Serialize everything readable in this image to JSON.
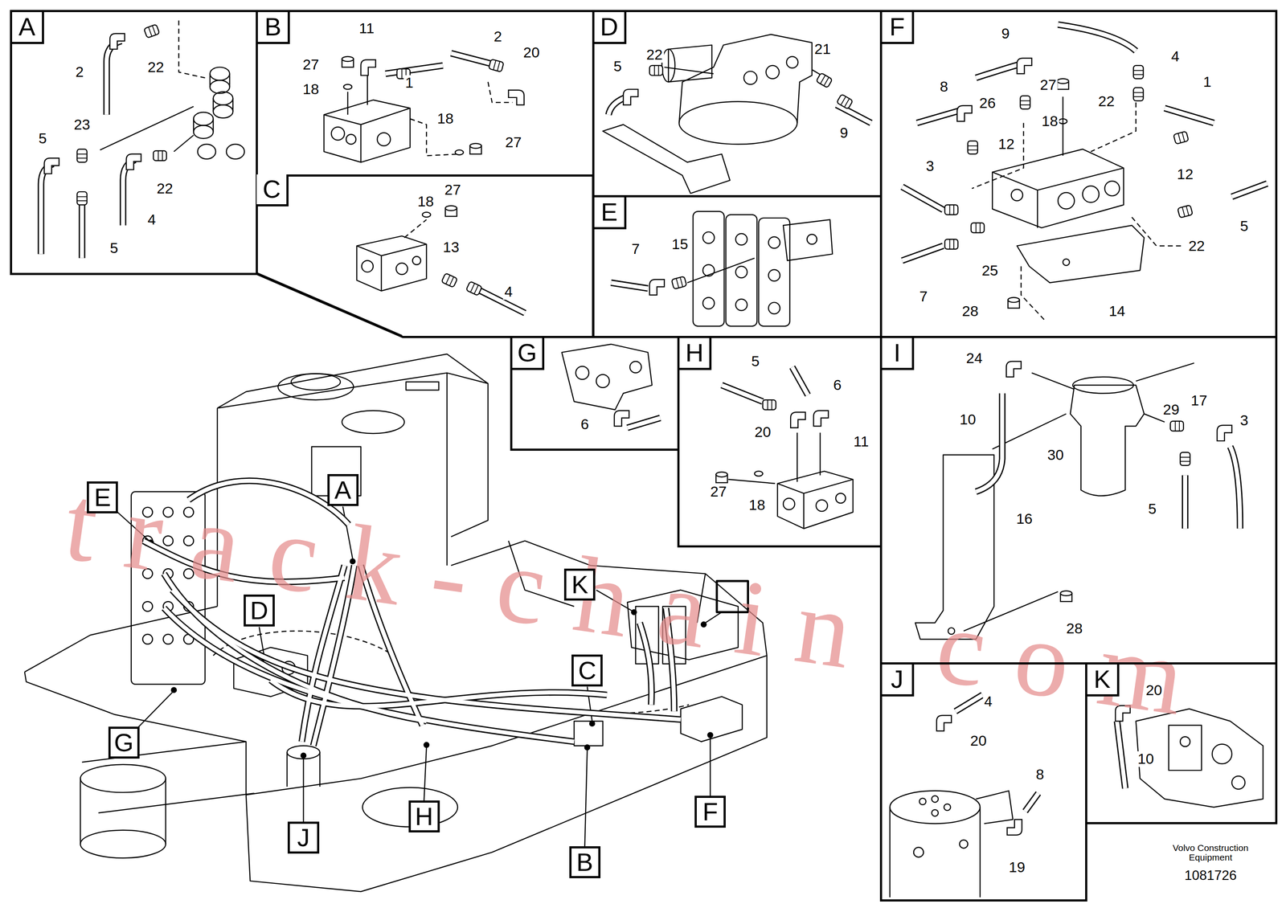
{
  "diagram": {
    "nodes": [
      {
        "text": [
          "A"
        ]
      },
      {
        "text": [
          "B"
        ]
      },
      {
        "text": [
          "D"
        ]
      },
      {
        "text": [
          "F"
        ]
      },
      {
        "text": [
          "C"
        ]
      },
      {
        "text": [
          "E"
        ]
      },
      {
        "text": [
          "G"
        ]
      },
      {
        "text": [
          "H"
        ]
      },
      {
        "text": [
          "I"
        ]
      },
      {
        "text": [
          "J"
        ]
      },
      {
        "text": [
          "K"
        ]
      },
      {
        "text": [
          "A"
        ]
      },
      {
        "text": [
          "E"
        ]
      },
      {
        "text": [
          "K"
        ]
      },
      {
        "text": [
          "D"
        ]
      },
      {
        "text": [
          "C"
        ]
      },
      {
        "text": [
          "G"
        ]
      },
      {
        "text": [
          "F"
        ]
      },
      {
        "text": [
          "H"
        ]
      },
      {
        "text": [
          "J"
        ]
      },
      {
        "text": [
          "B"
        ]
      }
    ],
    "labels": [
      "2",
      "22",
      "23",
      "5",
      "22",
      "4",
      "5",
      "11",
      "27",
      "18",
      "1",
      "2",
      "20",
      "18",
      "27",
      "18",
      "27",
      "13",
      "4",
      "5",
      "22",
      "21",
      "9",
      "7",
      "15",
      "9",
      "4",
      "8",
      "27",
      "26",
      "1",
      "18",
      "22",
      "12",
      "12",
      "3",
      "5",
      "22",
      "25",
      "7",
      "14",
      "28",
      "6",
      "5",
      "6",
      "20",
      "11",
      "27",
      "18",
      "24",
      "29",
      "17",
      "3",
      "10",
      "30",
      "16",
      "5",
      "28",
      "4",
      "20",
      "8",
      "19",
      "20",
      "10",
      "Volvo Construction Equipment",
      "1081726",
      "track-chain.com"
    ]
  }
}
